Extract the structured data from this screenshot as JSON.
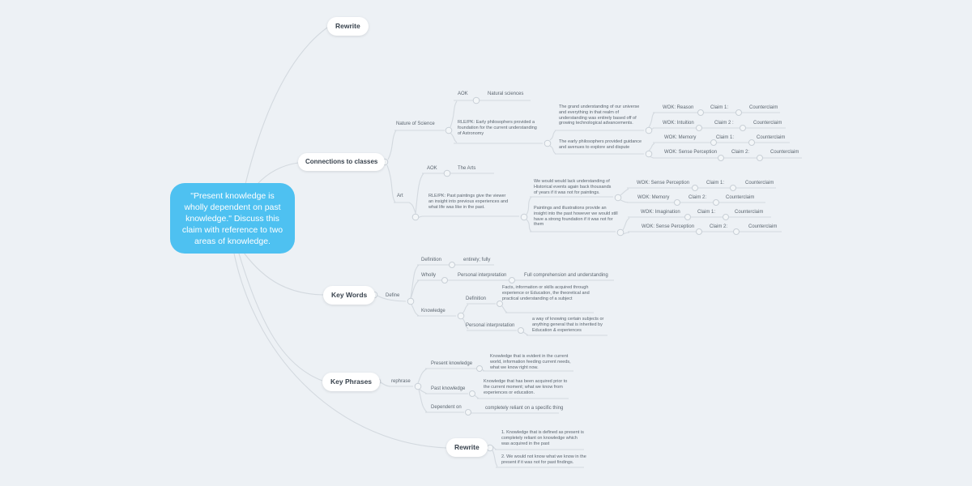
{
  "central": {
    "text": "\"Present knowledge is wholly dependent on past knowledge.\" Discuss this claim with reference to two areas of knowledge."
  },
  "pills": {
    "rewrite_top": "Rewrite",
    "connections": "Connections to classes",
    "key_words": "Key Words",
    "key_phrases": "Key Phrases",
    "rewrite_bottom": "Rewrite"
  },
  "science": {
    "branch": "Nature of Science",
    "aok": "AOK",
    "aok_value": "Natural sciences",
    "rle": "RLE/PK: Early philosophers provided a foundation for the current understanding of Astronomy",
    "groups": [
      {
        "text": "The grand understanding of our universe and everything in that realm of understanding was entirely based off of growing technological advancements.",
        "rows": [
          {
            "wok": "WOK: Reason",
            "claim": "Claim 1:",
            "counter": "Counterclaim"
          },
          {
            "wok": "WOK: Intuition",
            "claim": "Claim 2 :",
            "counter": "Counterclaim"
          }
        ]
      },
      {
        "text": "The early philosophers provided guidance and avenues to explore and dispute",
        "rows": [
          {
            "wok": "WOK: Memory",
            "claim": "Claim 1:",
            "counter": "Counterclaim"
          },
          {
            "wok": "WOK: Sense Perception",
            "claim": "Claim 2:",
            "counter": "Counterclaim"
          }
        ]
      }
    ]
  },
  "art": {
    "branch": "Art",
    "aok": "AOK",
    "aok_value": "The Arts",
    "rle": "RLE/PK: Past paintings give the viewer an insight into previous experiences and what life was like in the past.",
    "groups": [
      {
        "text": "We would would lack understanding of Historical events again back thousands of years if it was not for paintings.",
        "rows": [
          {
            "wok": "WOK: Sense Perception",
            "claim": "Claim 1:",
            "counter": "Counterclaim"
          },
          {
            "wok": "WOK: Memory",
            "claim": "Claim 2:",
            "counter": "Counterclaim"
          }
        ]
      },
      {
        "text": "Paintings and illustrations provide an insight into the past however we would still have a strong foundation if it was not for them",
        "rows": [
          {
            "wok": "WOK: Imagination",
            "claim": "Claim 1:",
            "counter": "Counterclaim"
          },
          {
            "wok": "WOK: Sense Perception",
            "claim": "Claim 2:",
            "counter": "Counterclaim"
          }
        ]
      }
    ]
  },
  "key_words": {
    "define": "Define",
    "wholly_def_label": "Definition",
    "wholly_def": "entirely; fully",
    "wholly": "Wholly",
    "wholly_pi_label": "Personal interpretation",
    "wholly_pi": "Full comprehension and understanding",
    "knowledge": "Knowledge",
    "knowledge_def_label": "Definition",
    "knowledge_def": "Facts, information or skills acquired through experience or Education, the theoretical and practical understanding of a subject",
    "knowledge_pi_label": "Personal interpretation",
    "knowledge_pi": "a way of knowing certain subjects or anything general that is inherited by Education & experiences"
  },
  "key_phrases": {
    "rephrase": "rephrase",
    "present_label": "Present knowledge",
    "present": "Knowledge that is evident in the current world, information feeding current needs, what we know right now.",
    "past_label": "Past knowledge",
    "past": "Knowledge that has been acquired prior to the current moment; what we know from experiences or education.",
    "dependent_label": "Dependent on",
    "dependent": "completely reliant on a specific thing"
  },
  "rewrite": {
    "item1": "1. Knowledge that is defined as present is completely reliant on knowledge which was acquired in the past",
    "item2": "2. We would not know what we know in the present if it was not for past findings."
  }
}
